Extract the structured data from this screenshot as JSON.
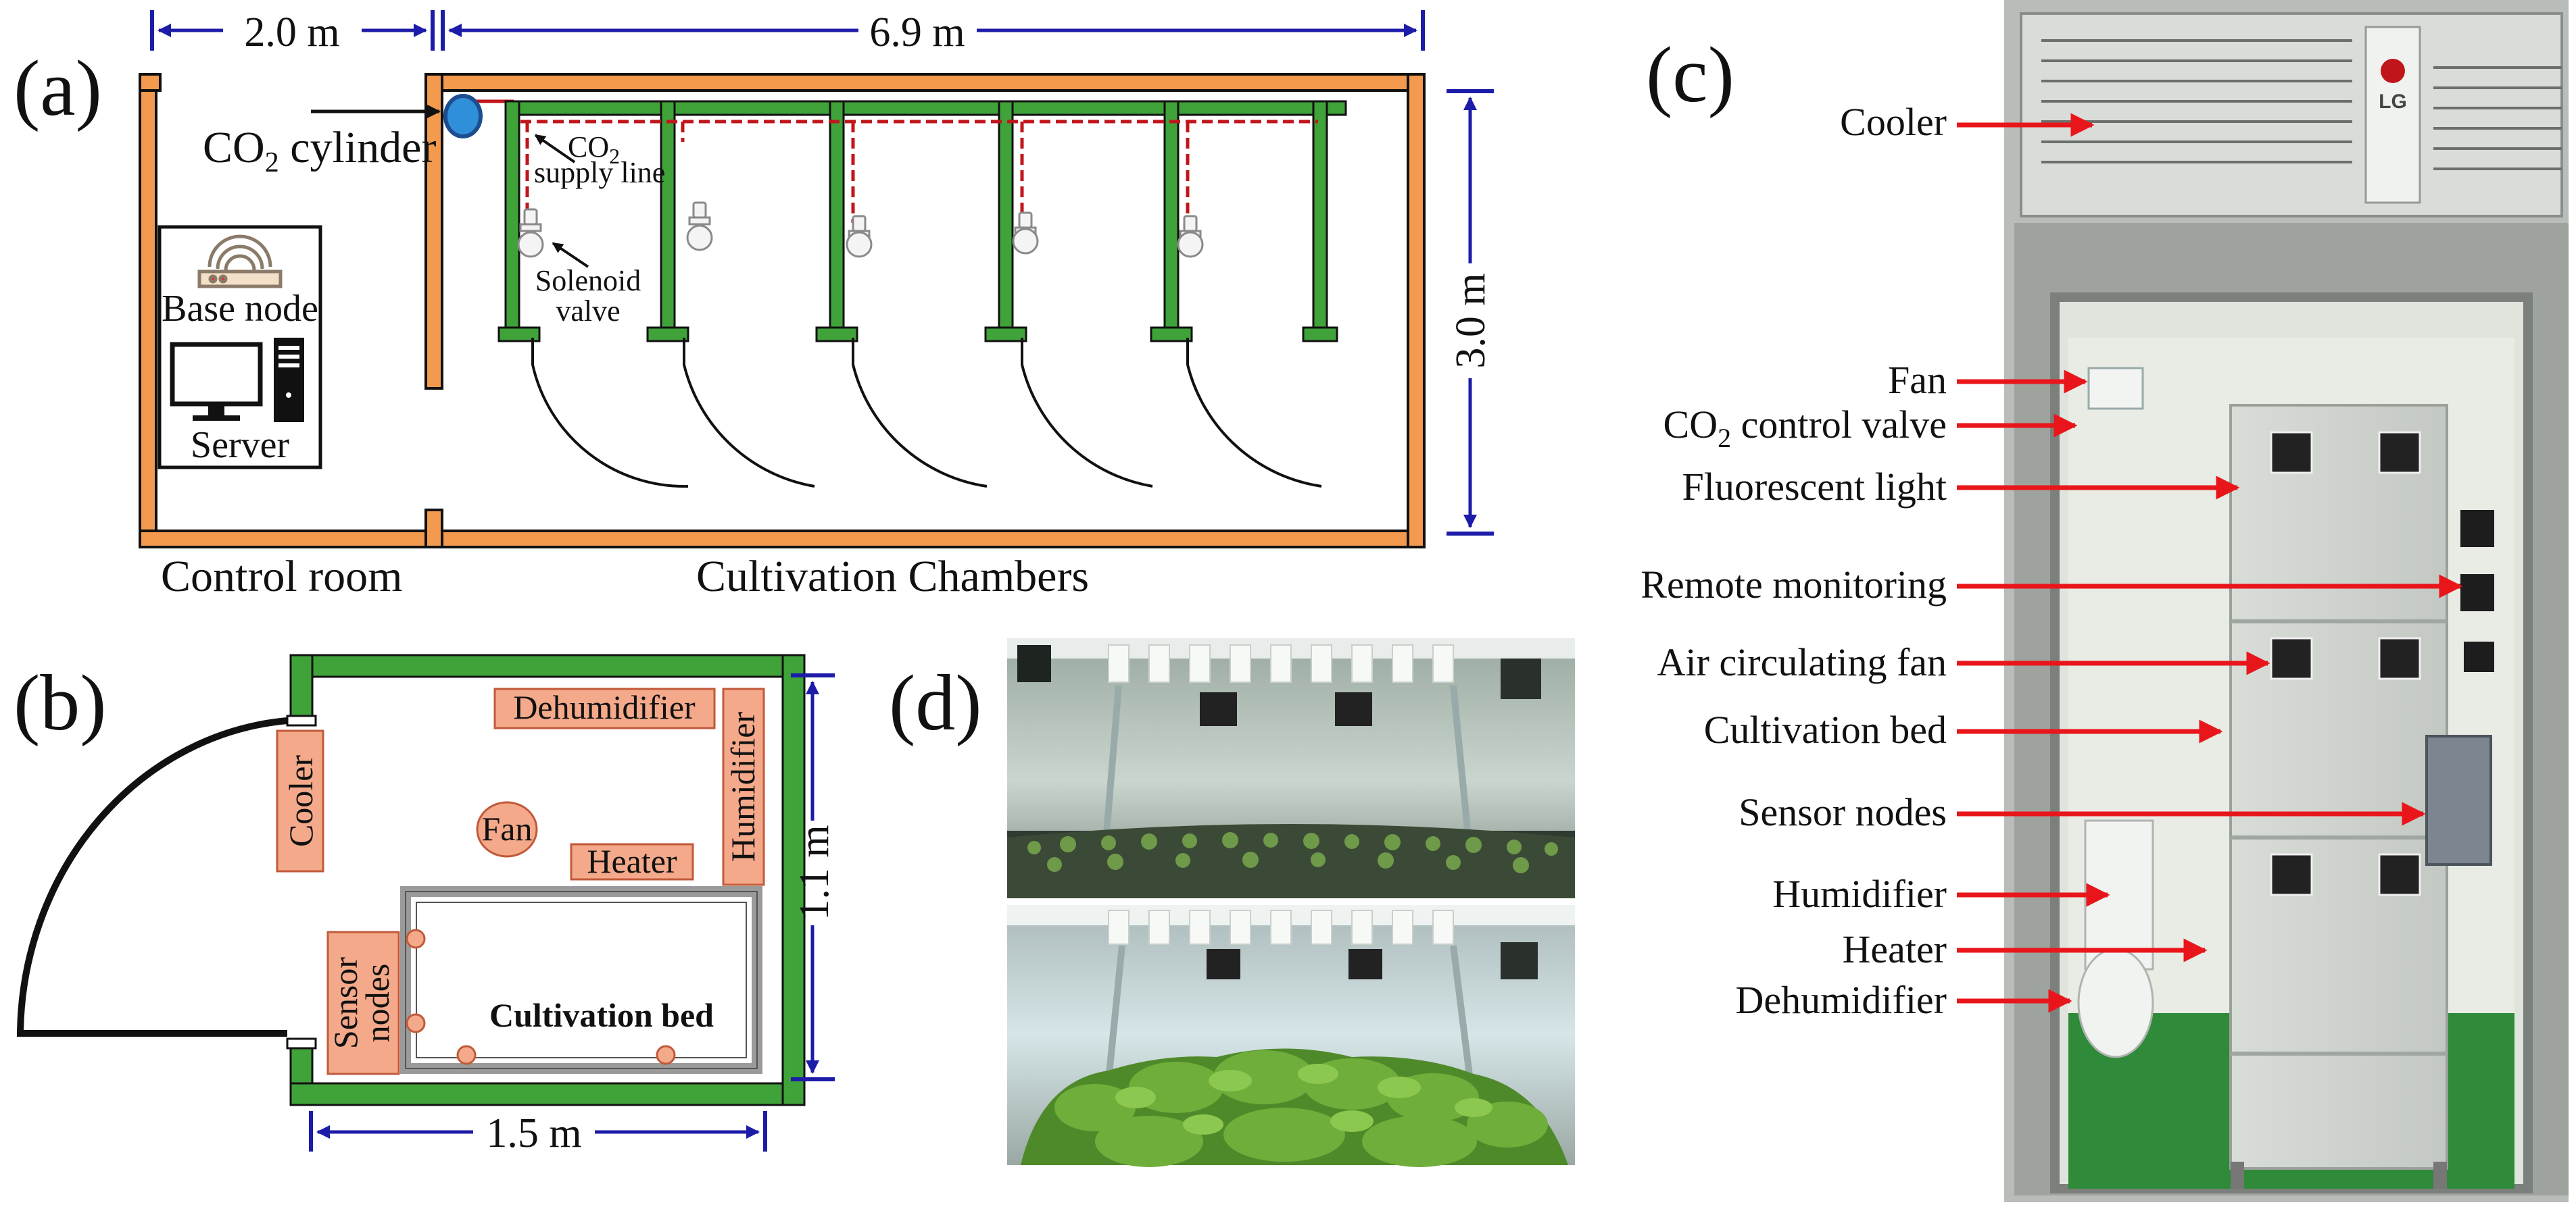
{
  "panels": {
    "a": {
      "letter": "(a)",
      "dim_control_width": "2.0 m",
      "dim_chamber_width": "6.9 m",
      "dim_height": "3.0 m",
      "co2_cylinder_prefix": "CO",
      "co2_cylinder_sub": "2",
      "co2_cylinder_suffix": " cylinder",
      "supply_line_prefix": "CO",
      "supply_line_sub": "2",
      "supply_line_suffix": "supply line",
      "solenoid_line1": "Solenoid",
      "solenoid_line2": "valve",
      "base_node": "Base node",
      "server": "Server",
      "control_room": "Control room",
      "cultivation_chambers": "Cultivation Chambers"
    },
    "b": {
      "letter": "(b)",
      "dehumidifier": "Dehumidifier",
      "humidifier": "Humidifier",
      "cooler": "Cooler",
      "fan": "Fan",
      "heater": "Heater",
      "sensor_line1": "Sensor",
      "sensor_line2": "nodes",
      "cultivation_bed": "Cultivation bed",
      "dim_height": "1.1 m",
      "dim_width": "1.5 m"
    },
    "c": {
      "letter": "(c)",
      "brand": "LG",
      "labels": {
        "cooler": "Cooler",
        "fan": "Fan",
        "co2_prefix": "CO",
        "co2_sub": "2",
        "co2_suffix": " control valve",
        "fluorescent": "Fluorescent light",
        "remote": "Remote monitoring",
        "air_fan": "Air circulating fan",
        "bed": "Cultivation bed",
        "sensor": "Sensor nodes",
        "humidifier": "Humidifier",
        "heater": "Heater",
        "dehumidifier": "Dehumidifier"
      }
    },
    "d": {
      "letter": "(d)"
    }
  },
  "colors": {
    "orange_wall": "#f39a4f",
    "green_wall": "#3fa33a",
    "salmon_box": "#f4a98a",
    "arrow_red": "#e8161b",
    "dim_blue": "#1c1ca8",
    "supply_red": "#c0161b"
  },
  "icons": [
    "router-icon",
    "computer-icon",
    "co2-cylinder-icon",
    "solenoid-valve-icon"
  ]
}
